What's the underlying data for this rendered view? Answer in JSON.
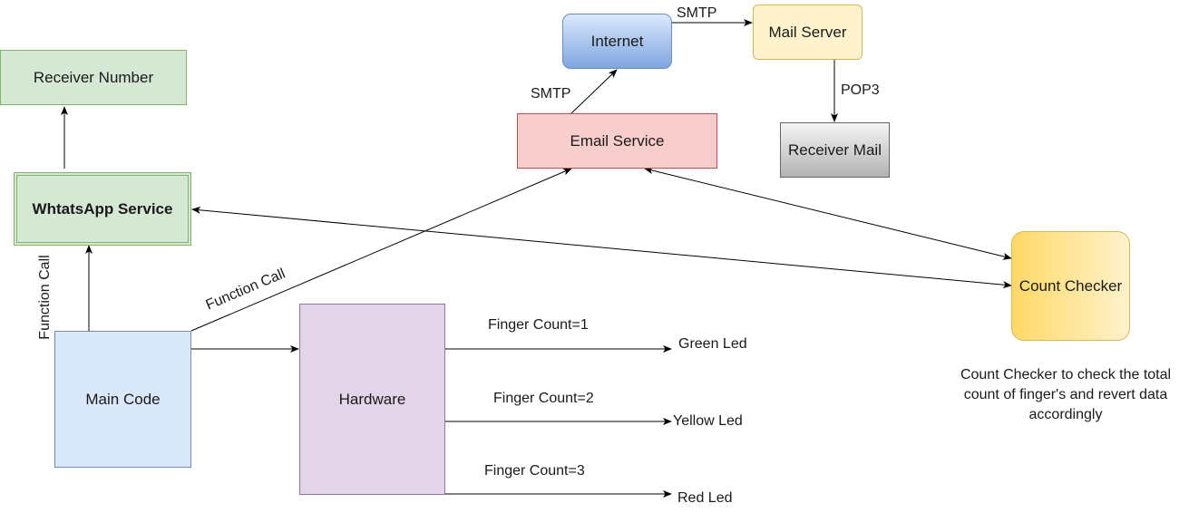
{
  "nodes": {
    "receiver_number": "Receiver Number",
    "whatsapp_service": "WhtatsApp Service",
    "main_code": "Main Code",
    "hardware": "Hardware",
    "email_service": "Email Service",
    "internet": "Internet",
    "mail_server": "Mail Server",
    "receiver_mail": "Receiver Mail",
    "count_checker": "Count Checker"
  },
  "edge_labels": {
    "function_call_vertical": "Function Call",
    "function_call_diagonal": "Function Call",
    "smtp_to_internet": "SMTP",
    "smtp_to_mail_server": "SMTP",
    "pop3": "POP3",
    "finger_count_1": "Finger Count=1",
    "finger_count_2": "Finger Count=2",
    "finger_count_3": "Finger Count=3"
  },
  "outputs": {
    "green_led": "Green Led",
    "yellow_led": "Yellow Led",
    "red_led": "Red Led"
  },
  "note": "Count Checker to check the total count of finger's and revert data accordingly",
  "colors": {
    "green_fill": "#d5e8d4",
    "green_stroke": "#82b366",
    "blue_fill": "#dae8fc",
    "blue_stroke": "#6c8ebf",
    "purple_fill": "#e1d5e7",
    "purple_stroke": "#9673a6",
    "red_fill": "#f8cecc",
    "red_stroke": "#b85450",
    "yellow_fill": "#fff2cc",
    "yellow_stroke": "#d6b656",
    "gray_stroke": "#666666"
  }
}
